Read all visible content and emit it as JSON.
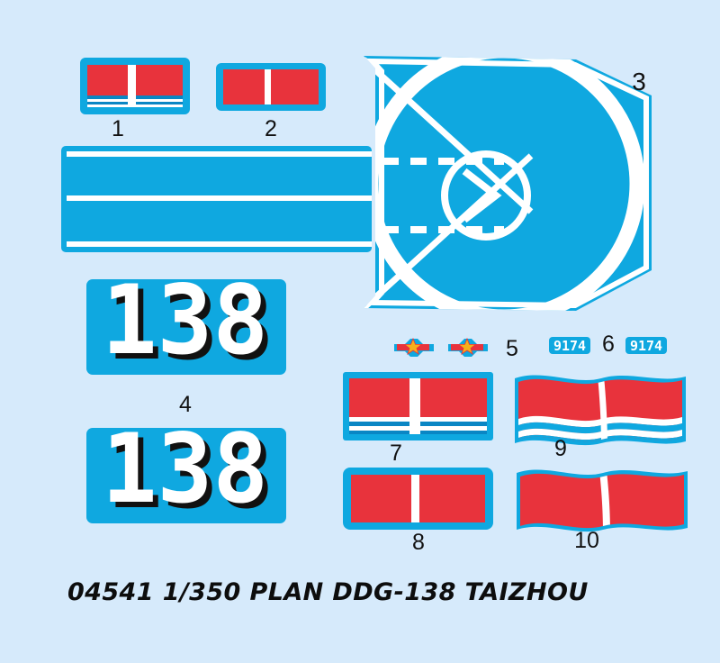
{
  "sheet": {
    "title": "04541 1/350 PLAN DDG-138 TAIZHOU",
    "kit_number": "04541",
    "scale": "1/350",
    "subject": "PLAN DDG-138 TAIZHOU",
    "background_color": "#d6eafb",
    "decal_blue": "#0fa8e0",
    "decal_red": "#e8333c",
    "decal_white": "#ffffff",
    "shadow_black": "#111111"
  },
  "decals": [
    {
      "index": "1",
      "name": "ensign-stripes-small",
      "label": "1",
      "hull_number": "",
      "kind": "flag-red-with-white-bar-and-stripes"
    },
    {
      "index": "2",
      "name": "ensign-plain-small",
      "label": "2",
      "hull_number": "",
      "kind": "flag-red-with-white-bar"
    },
    {
      "index": "3",
      "name": "helicopter-landing-pad",
      "label": "3",
      "hull_number": "",
      "kind": "flight-deck-marking"
    },
    {
      "index": "4",
      "name": "hull-number-138",
      "label": "4",
      "hull_number": "138",
      "kind": "hull-number-pair"
    },
    {
      "index": "5",
      "name": "pla-roundel-insignia",
      "label": "5",
      "hull_number": "",
      "kind": "aircraft-insignia-pair"
    },
    {
      "index": "6",
      "name": "code-9174-plate",
      "label": "6",
      "hull_number": "9174",
      "kind": "code-plate-pair"
    },
    {
      "index": "7",
      "name": "ensign-stripes-large",
      "label": "7",
      "hull_number": "",
      "kind": "flag-red-with-white-bar-and-stripes"
    },
    {
      "index": "8",
      "name": "ensign-plain-large",
      "label": "8",
      "hull_number": "",
      "kind": "flag-red-with-white-bar"
    },
    {
      "index": "9",
      "name": "ensign-stripes-waving",
      "label": "9",
      "hull_number": "",
      "kind": "waving-flag-red-with-white-bar-and-stripes"
    },
    {
      "index": "10",
      "name": "ensign-plain-waving",
      "label": "10",
      "hull_number": "",
      "kind": "waving-flag-red-with-white-bar"
    }
  ],
  "labels": {
    "one": "1",
    "two": "2",
    "three": "3",
    "four": "4",
    "five": "5",
    "six": "6",
    "seven": "7",
    "eight": "8",
    "nine": "9",
    "ten": "10"
  },
  "codes": {
    "plate_left": "9174",
    "plate_right": "9174",
    "hull_top": "138",
    "hull_bottom": "138"
  }
}
